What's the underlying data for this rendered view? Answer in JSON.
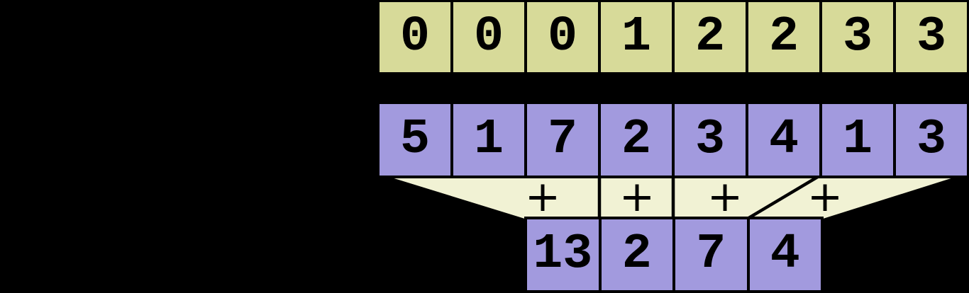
{
  "rows": {
    "keys": {
      "values": [
        "0",
        "0",
        "0",
        "1",
        "2",
        "2",
        "3",
        "3"
      ]
    },
    "values": {
      "values": [
        "5",
        "1",
        "7",
        "2",
        "3",
        "4",
        "1",
        "3"
      ]
    },
    "results": {
      "values": [
        "13",
        "2",
        "7",
        "4"
      ]
    }
  },
  "operators": [
    "+",
    "+",
    "+",
    "+"
  ],
  "colors": {
    "keys_cell": "#d7da99",
    "values_cell": "#a29ade",
    "funnel_fill": "#f1f2d4",
    "border": "#000000",
    "background": "#000000"
  }
}
